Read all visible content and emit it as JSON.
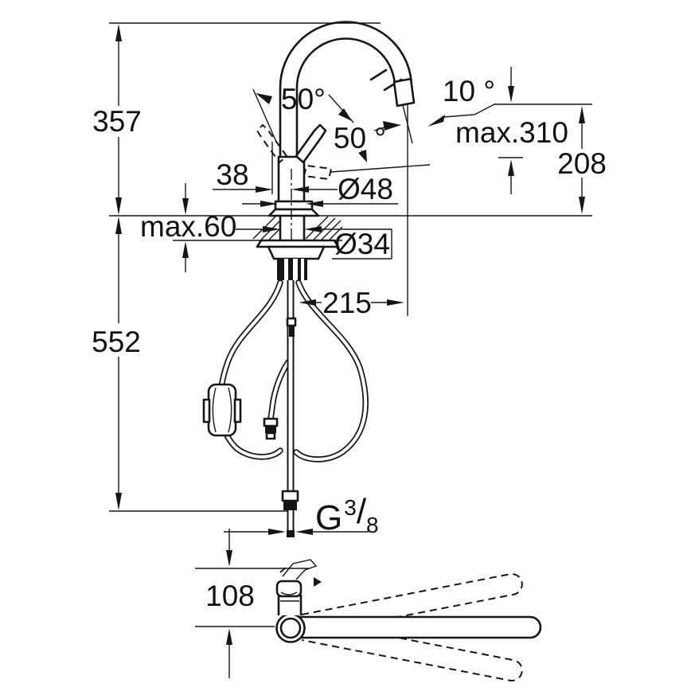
{
  "drawing": {
    "type": "faucet-installation-technical-drawing",
    "views": [
      "front-elevation-with-hoses",
      "top-plan-swivel-range"
    ],
    "line_color": "#161616",
    "background_color": "#ffffff",
    "dims": {
      "height_above_deck": "357",
      "depth_below_deck": "552",
      "deck_thickness_max": "max.60",
      "handle_clearance": "38",
      "body_diameter": "Ø48",
      "shank_diameter": "Ø34",
      "spout_reach": "215",
      "handle_swing_angle": "50°",
      "spray_head_angle": "50 °",
      "outlet_angle": "10 °",
      "outlet_height_max": "max.310",
      "outlet_height": "208",
      "swivel_offset": "108",
      "thread_letter": "G",
      "thread_numerator": "3",
      "thread_slash": "/",
      "thread_denominator": "8"
    }
  }
}
